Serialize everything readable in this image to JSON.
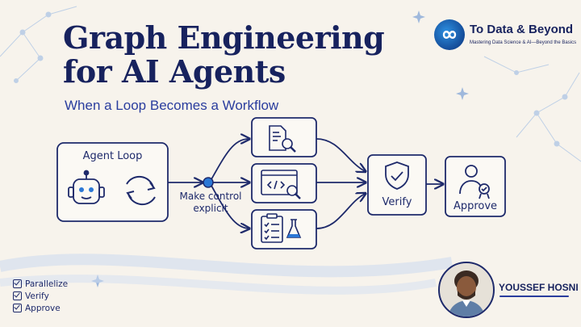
{
  "header": {
    "title_line1": "Graph Engineering",
    "title_line2": "for AI Agents",
    "subtitle": "When a Loop Becomes a Workflow"
  },
  "brand": {
    "name": "To Data & Beyond",
    "tagline": "Mastering Data Science & AI—Beyond the Basics",
    "logo_icon": "infinity-icon"
  },
  "diagram": {
    "agent_loop_label": "Agent Loop",
    "edge_label_line1": "Make control",
    "edge_label_line2": "explicit",
    "branch_icons": [
      "document-search-icon",
      "code-search-icon",
      "checklist-flask-icon"
    ],
    "verify_label": "Verify",
    "approve_label": "Approve"
  },
  "checklist": {
    "items": [
      "Parallelize",
      "Verify",
      "Approve"
    ]
  },
  "author": {
    "name": "YOUSSEF HOSNI"
  },
  "colors": {
    "background": "#f7f3ec",
    "navy": "#17225e",
    "ink": "#1e2a6b",
    "accent_blue": "#2a3d9e",
    "node_fill": "#2c78d6"
  }
}
